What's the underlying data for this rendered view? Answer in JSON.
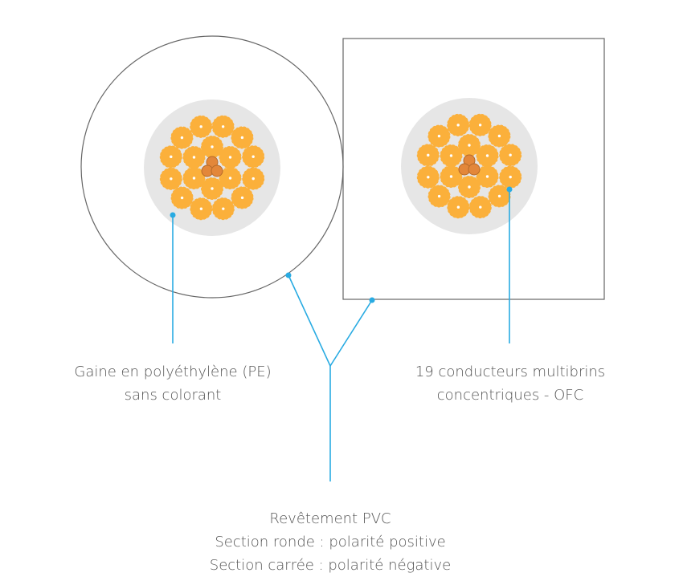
{
  "colors": {
    "strand": "#fbb03b",
    "strand_dot": "#ffffff",
    "core": "#e3873a",
    "core_stroke": "#b56a2a",
    "insulation": "#e6e6e6",
    "outline": "#666666",
    "leader": "#29abe2",
    "text": "#555555"
  },
  "labels": {
    "insulation": {
      "line1": "Gaine en polyéthylène (PE)",
      "line2": "sans colorant"
    },
    "conductors": {
      "line1": "19 conducteurs multibrins",
      "line2": "concentriques - OFC"
    },
    "coating": {
      "line1": "Revêtement PVC",
      "line2": "Section ronde : polarité positive",
      "line3": "Section carrée : polarité négative"
    }
  }
}
